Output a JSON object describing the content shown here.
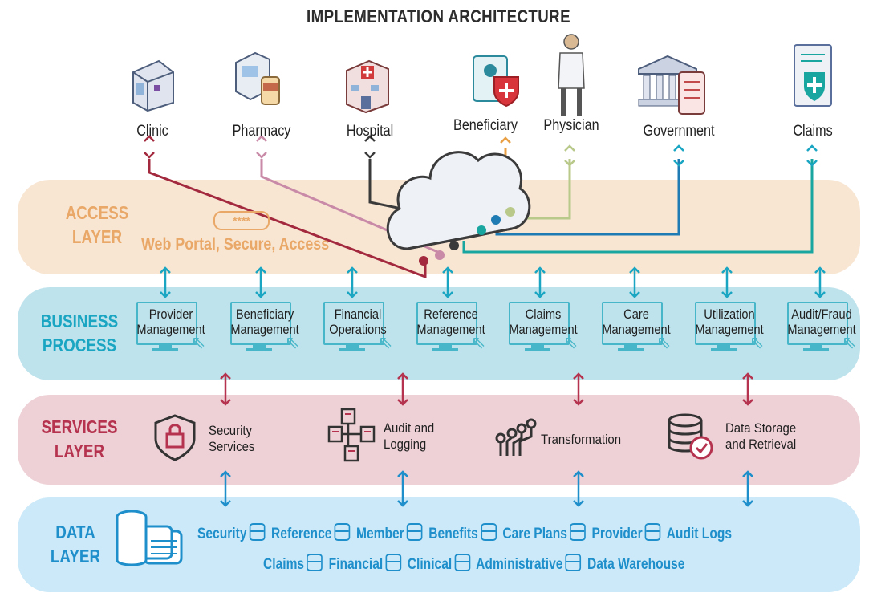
{
  "title": "IMPLEMENTATION ARCHITECTURE",
  "entities": [
    {
      "label": "Clinic",
      "icon": "clinic-icon"
    },
    {
      "label": "Pharmacy",
      "icon": "pharmacy-icon"
    },
    {
      "label": "Hospital",
      "icon": "hospital-icon"
    },
    {
      "label": "Beneficiary",
      "icon": "beneficiary-icon"
    },
    {
      "label": "Physician",
      "icon": "physician-icon"
    },
    {
      "label": "Government",
      "icon": "government-icon"
    },
    {
      "label": "Claims",
      "icon": "claims-icon"
    }
  ],
  "access_layer": {
    "label_line1": "ACCESS",
    "label_line2": "LAYER",
    "password_mask": "****",
    "text": "Web Portal, Secure, Access",
    "color": "#e9a868"
  },
  "business_layer": {
    "label_line1": "BUSINESS",
    "label_line2": "PROCESS",
    "color": "#1aa6c2",
    "modules": [
      {
        "line1": "Provider",
        "line2": "Management"
      },
      {
        "line1": "Beneficiary",
        "line2": "Management"
      },
      {
        "line1": "Financial",
        "line2": "Operations"
      },
      {
        "line1": "Reference",
        "line2": "Management"
      },
      {
        "line1": "Claims",
        "line2": "Management"
      },
      {
        "line1": "Care",
        "line2": "Management"
      },
      {
        "line1": "Utilization",
        "line2": "Management"
      },
      {
        "line1": "Audit/Fraud",
        "line2": "Management"
      }
    ]
  },
  "services_layer": {
    "label_line1": "SERVICES",
    "label_line2": "LAYER",
    "color": "#b5334f",
    "services": [
      {
        "line1": "Security",
        "line2": "Services",
        "icon": "security-shield-icon"
      },
      {
        "line1": "Audit and",
        "line2": "Logging",
        "icon": "audit-logging-icon"
      },
      {
        "line1": "Transformation",
        "line2": "",
        "icon": "transformation-icon"
      },
      {
        "line1": "Data Storage",
        "line2": "and Retrieval",
        "icon": "data-storage-icon"
      }
    ]
  },
  "data_layer": {
    "label_line1": "DATA",
    "label_line2": "LAYER",
    "color": "#1f8fcb",
    "row1": [
      "Security",
      "Reference",
      "Member",
      "Benefits",
      "Care Plans",
      "Provider",
      "Audit Logs"
    ],
    "row2": [
      "Claims",
      "Financial",
      "Clinical",
      "Administrative",
      "Data Warehouse"
    ]
  }
}
